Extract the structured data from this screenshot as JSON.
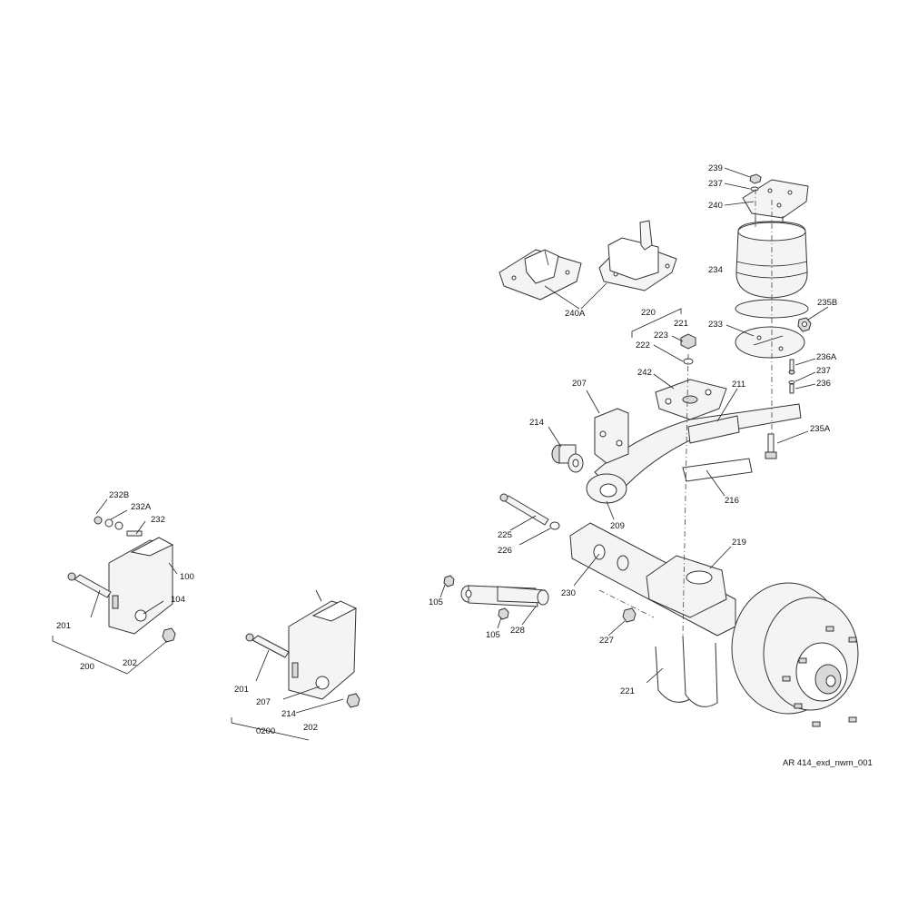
{
  "callouts": {
    "c239": "239",
    "c237a": "237",
    "c240": "240",
    "c234": "234",
    "c235b": "235B",
    "c240a": "240A",
    "c220": "220",
    "c221a": "221",
    "c223": "223",
    "c222": "222",
    "c233": "233",
    "c236a": "236A",
    "c237b": "237",
    "c236": "236",
    "c207a": "207",
    "c242": "242",
    "c211": "211",
    "c214a": "214",
    "c235a": "235A",
    "c216": "216",
    "c209": "209",
    "c225": "225",
    "c226": "226",
    "c219": "219",
    "c230": "230",
    "c105a": "105",
    "c105b": "105",
    "c228": "228",
    "c227": "227",
    "c221b": "221",
    "c232b": "232B",
    "c232a": "232A",
    "c232": "232",
    "c100": "100",
    "c104": "104",
    "c201a": "201",
    "c200": "200",
    "c202a": "202",
    "c201b": "201",
    "c207b": "207",
    "c214b": "214",
    "c0200": "0200",
    "c202b": "202"
  },
  "caption": "AR 414_exd_nwm_001"
}
